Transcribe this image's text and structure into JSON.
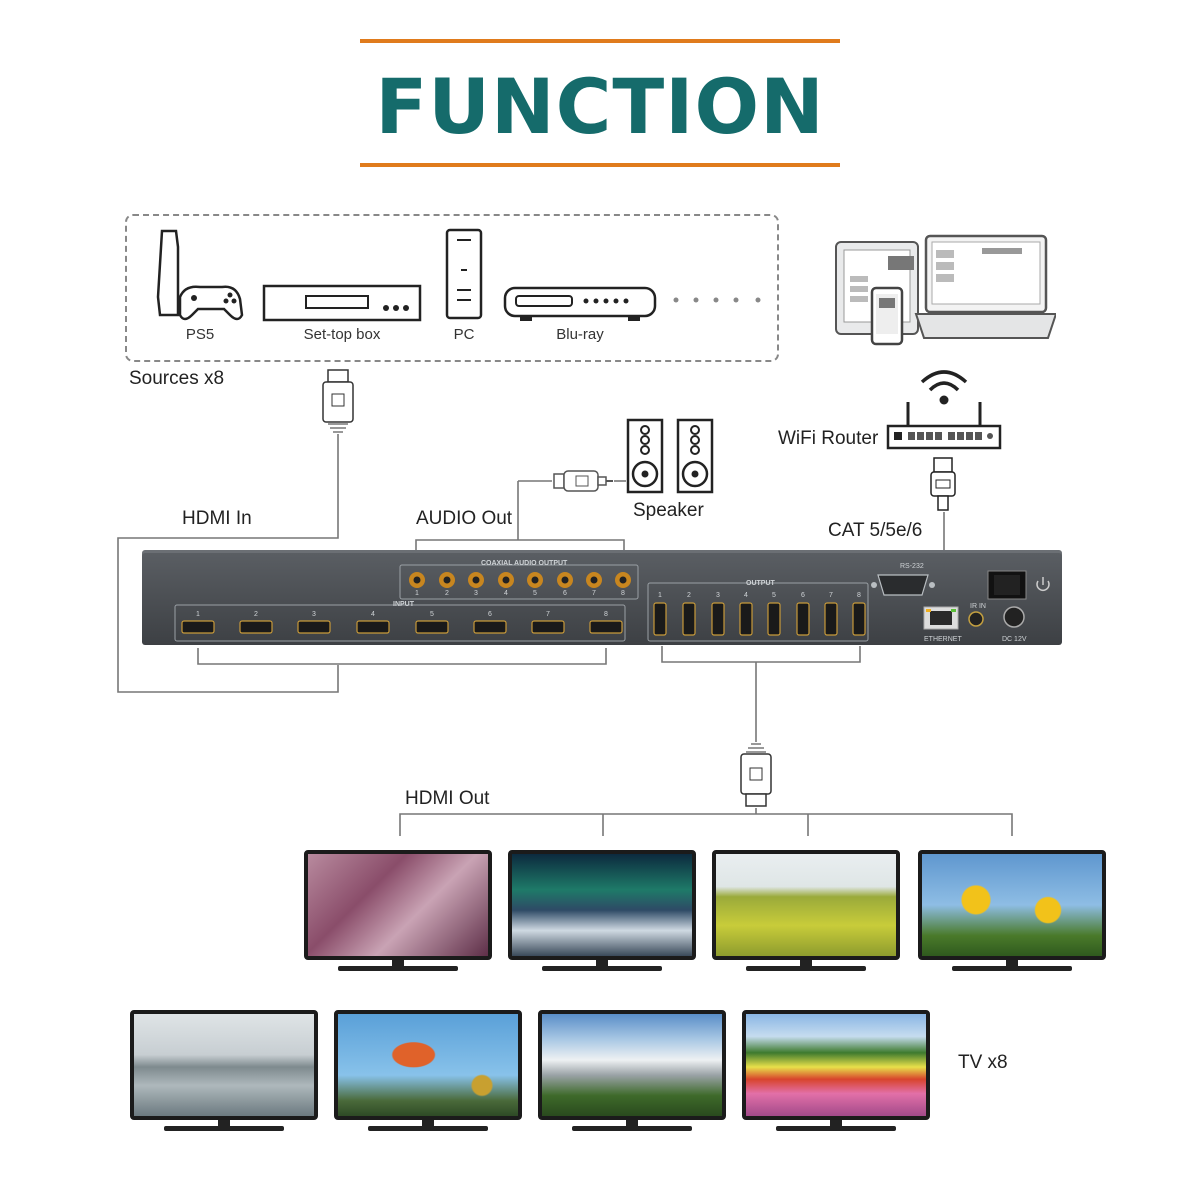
{
  "title": "FUNCTION",
  "sources": {
    "label": "Sources x8",
    "devices": [
      "PS5",
      "Set-top box",
      "PC",
      "Blu-ray"
    ]
  },
  "labels": {
    "hdmi_in": "HDMI In",
    "audio_out": "AUDIO Out",
    "speaker": "Speaker",
    "wifi_router": "WiFi Router",
    "cat": "CAT 5/5e/6",
    "hdmi_out": "HDMI Out",
    "tv": "TV x8"
  },
  "panel": {
    "coaxial_label": "COAXIAL AUDIO OUTPUT",
    "input_label": "INPUT",
    "output_label": "OUTPUT",
    "rs232_label": "RS-232",
    "ethernet_label": "ETHERNET",
    "ir_label": "IR IN",
    "dc_label": "DC 12V",
    "port_numbers": [
      "1",
      "2",
      "3",
      "4",
      "5",
      "6",
      "7",
      "8"
    ]
  },
  "colors": {
    "title": "#156b6b",
    "rule": "#e07b1c",
    "panel": "#4a4e52"
  }
}
